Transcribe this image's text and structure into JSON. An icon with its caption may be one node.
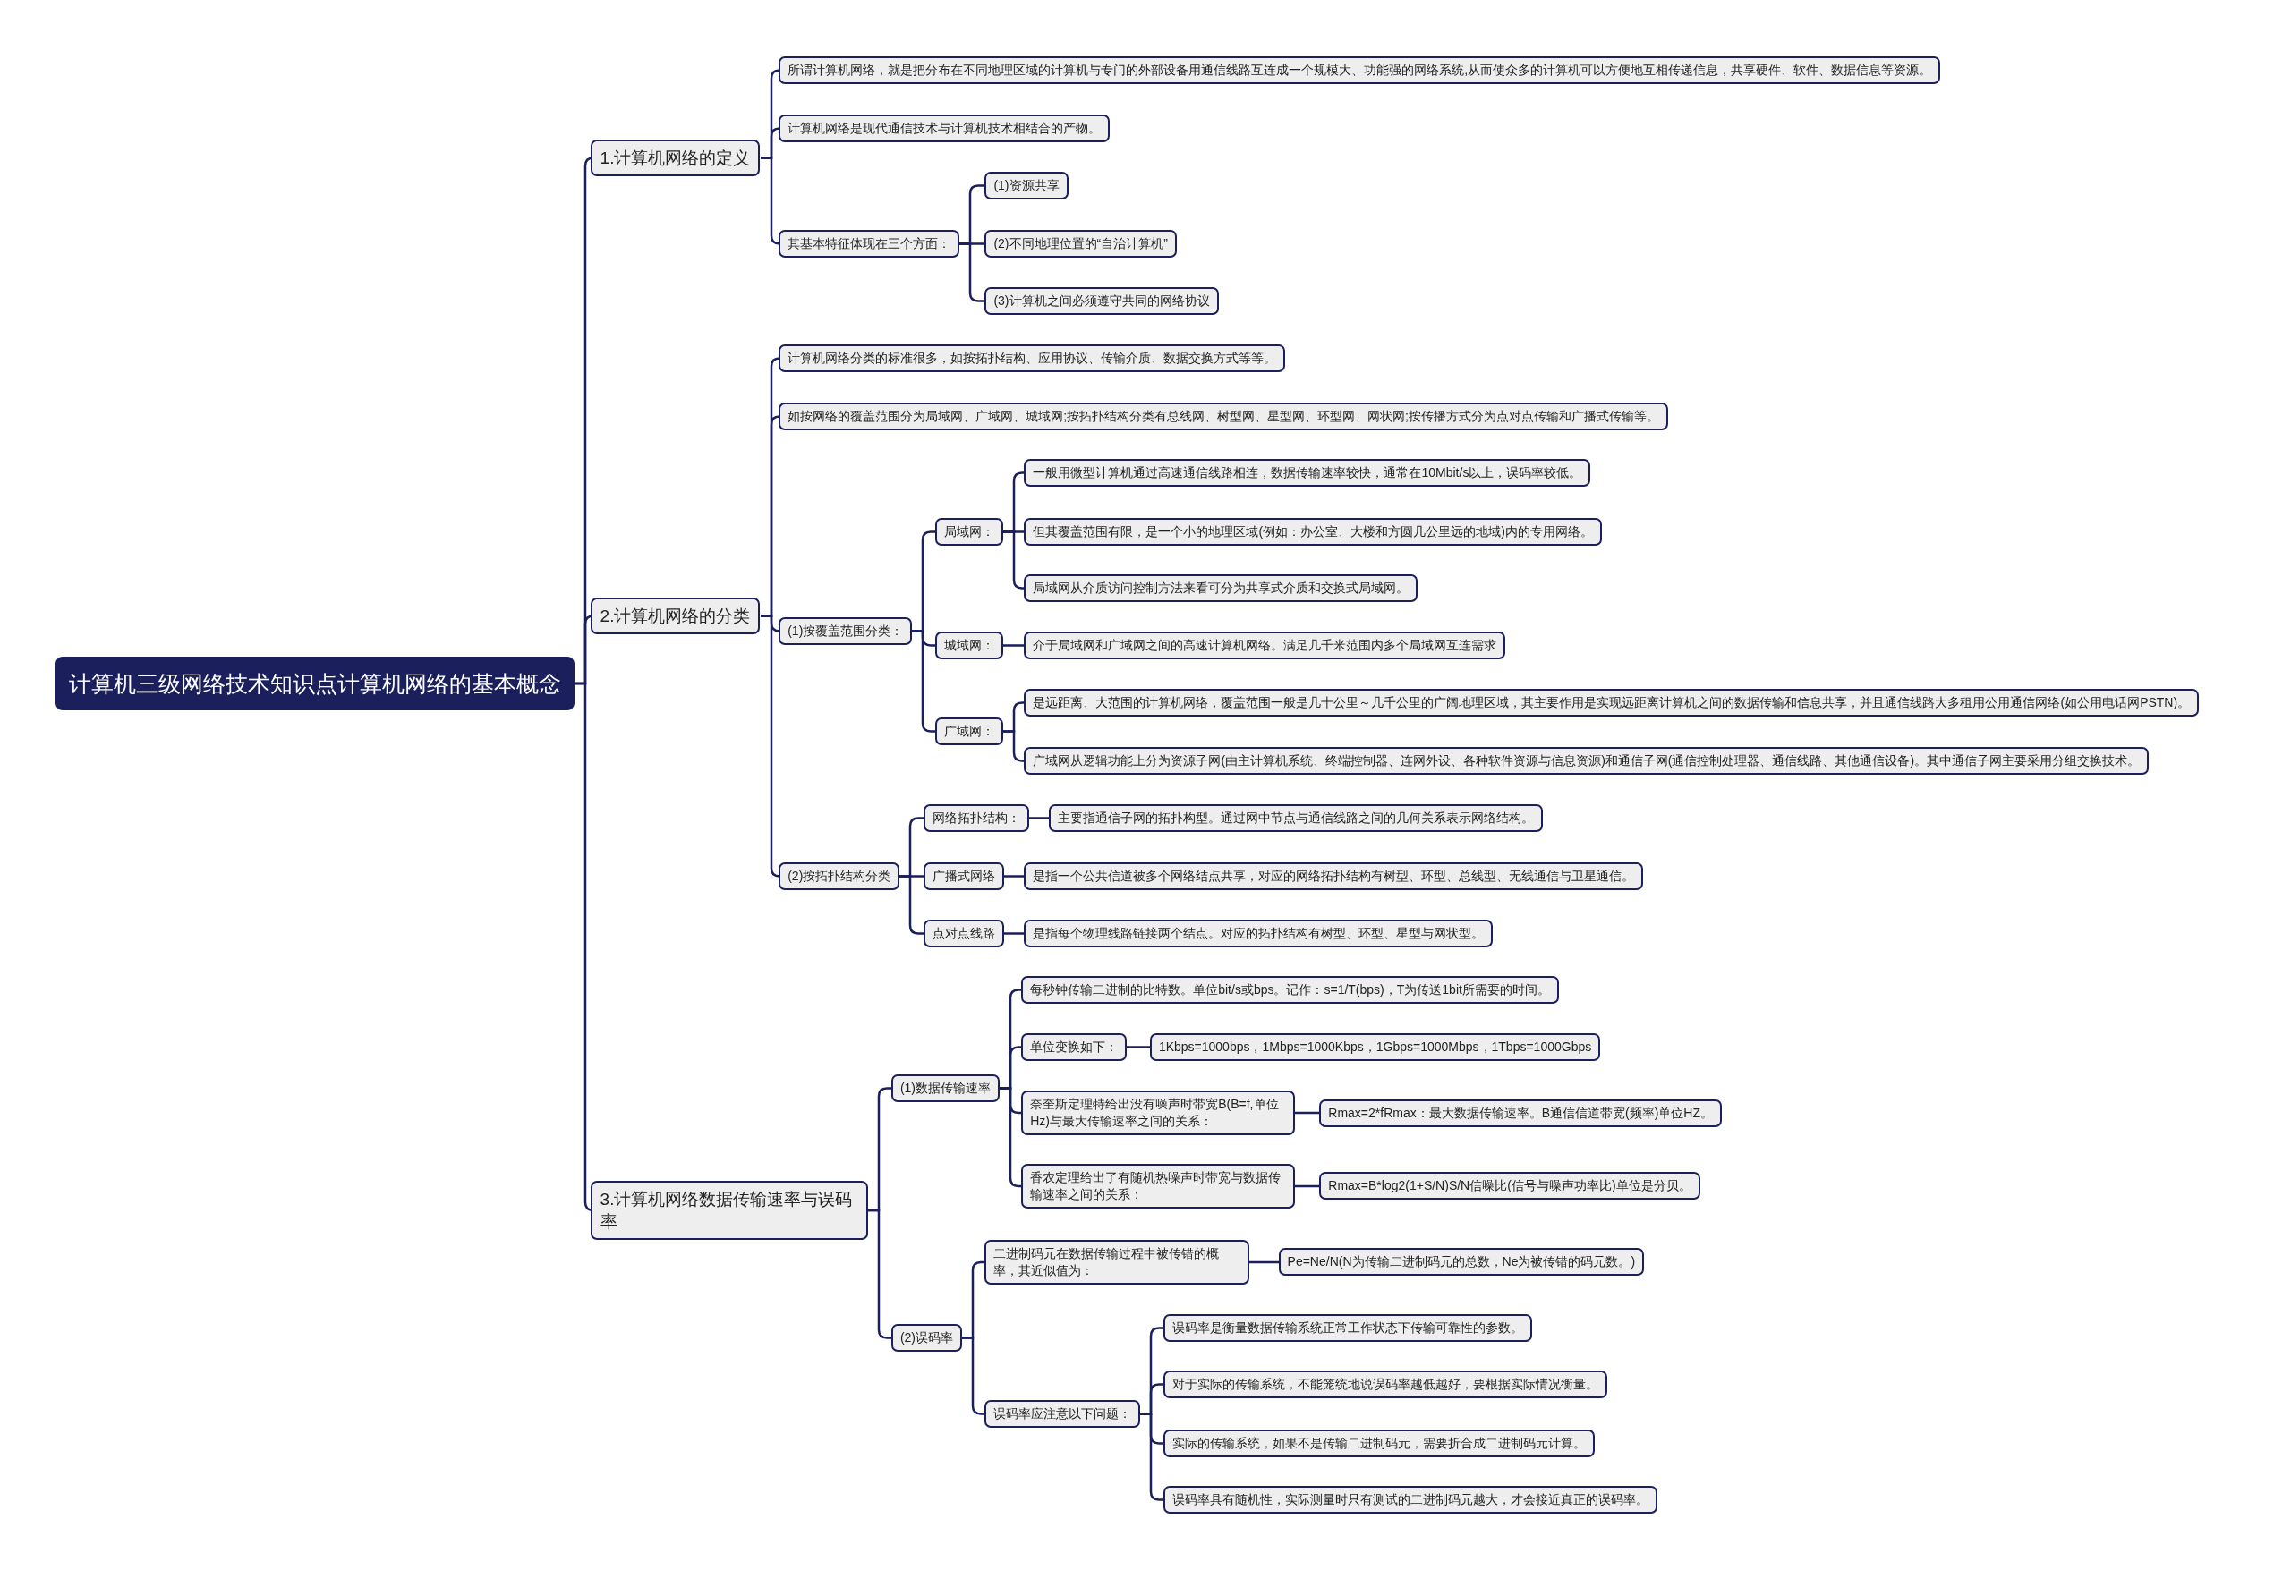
{
  "diagram": {
    "nodes": [
      {
        "text": [
          "计算机三级网络技术知识点计算机网络的基本概念"
        ]
      },
      {
        "text": [
          "1.计算机网络的定义"
        ]
      },
      {
        "text": [
          "所谓计算机网络，就是把分布在不同地理区域的计算机与专门的外部设备用通信线路互连成一个规模大、功能强的网络系统,从而使众多的计算机可以方便地互相传递信息，共享硬件、软件、数据信息等资源。"
        ]
      },
      {
        "text": [
          "计算机网络是现代通信技术与计算机技术相结合的产物。"
        ]
      },
      {
        "text": [
          "其基本特征体现在三个方面："
        ]
      },
      {
        "text": [
          "(1)资源共享"
        ]
      },
      {
        "text": [
          "(2)不同地理位置的“自治计算机”"
        ]
      },
      {
        "text": [
          "(3)计算机之间必须遵守共同的网络协议"
        ]
      },
      {
        "text": [
          "2.计算机网络的分类"
        ]
      },
      {
        "text": [
          "计算机网络分类的标准很多，如按拓扑结构、应用协议、传输介质、数据交换方式等等。"
        ]
      },
      {
        "text": [
          "如按网络的覆盖范围分为局域网、广域网、城域网;按拓扑结构分类有总线网、树型网、星型网、环型网、网状网;按传播方式分为点对点传输和广播式传输等。"
        ]
      },
      {
        "text": [
          "(1)按覆盖范围分类："
        ]
      },
      {
        "text": [
          "局域网："
        ]
      },
      {
        "text": [
          "一般用微型计算机通过高速通信线路相连，数据传输速率较快，通常在10Mbit/s以上，误码率较低。"
        ]
      },
      {
        "text": [
          "但其覆盖范围有限，是一个小的地理区域(例如：办公室、大楼和方圆几公里远的地域)内的专用网络。"
        ]
      },
      {
        "text": [
          "局域网从介质访问控制方法来看可分为共享式介质和交换式局域网。"
        ]
      },
      {
        "text": [
          "城域网："
        ]
      },
      {
        "text": [
          "介于局域网和广域网之间的高速计算机网络。满足几千米范围内多个局域网互连需求"
        ]
      },
      {
        "text": [
          "广域网："
        ]
      },
      {
        "text": [
          "是远距离、大范围的计算机网络，覆盖范围一般是几十公里～几千公里的广阔地理区域，其主要作用是实现远距离计算机之间的数据传输和信息共享，并且通信线路大多租用公用通信网络(如公用电话网PSTN)。"
        ]
      },
      {
        "text": [
          "广域网从逻辑功能上分为资源子网(由主计算机系统、终端控制器、连网外设、各种软件资源与信息资源)和通信子网(通信控制处理器、通信线路、其他通信设备)。其中通信子网主要采用分组交换技术。"
        ]
      },
      {
        "text": [
          "(2)按拓扑结构分类"
        ]
      },
      {
        "text": [
          "网络拓扑结构："
        ]
      },
      {
        "text": [
          "主要指通信子网的拓扑构型。通过网中节点与通信线路之间的几何关系表示网络结构。"
        ]
      },
      {
        "text": [
          "广播式网络"
        ]
      },
      {
        "text": [
          "是指一个公共信道被多个网络结点共享，对应的网络拓扑结构有树型、环型、总线型、无线通信与卫星通信。"
        ]
      },
      {
        "text": [
          "点对点线路"
        ]
      },
      {
        "text": [
          "是指每个物理线路链接两个结点。对应的拓扑结构有树型、环型、星型与网状型。"
        ]
      },
      {
        "text": [
          "3.计算机网络数据传输速率与误码率"
        ]
      },
      {
        "text": [
          "(1)数据传输速率"
        ]
      },
      {
        "text": [
          "每秒钟传输二进制的比特数。单位bit/s或bps。记作：s=1/T(bps)，T为传送1bit所需要的时间。"
        ]
      },
      {
        "text": [
          "单位变换如下："
        ]
      },
      {
        "text": [
          "1Kbps=1000bps，1Mbps=1000Kbps，1Gbps=1000Mbps，1Tbps=1000Gbps"
        ]
      },
      {
        "text": [
          "奈奎斯定理特给出没有噪声时带宽B(B=f,单位Hz)与最大传输速率之间的关系："
        ]
      },
      {
        "text": [
          "Rmax=2*fRmax：最大数据传输速率。B通信信道带宽(频率)单位HZ。"
        ]
      },
      {
        "text": [
          "香农定理给出了有随机热噪声时带宽与数据传输速率之间的关系："
        ]
      },
      {
        "text": [
          "Rmax=B*log2(1+S/N)S/N信噪比(信号与噪声功率比)单位是分贝。"
        ]
      },
      {
        "text": [
          "(2)误码率"
        ]
      },
      {
        "text": [
          "二进制码元在数据传输过程中被传错的概率，其近似值为："
        ]
      },
      {
        "text": [
          "Pe=Ne/N(N为传输二进制码元的总数，Ne为被传错的码元数。)"
        ]
      },
      {
        "text": [
          "误码率应注意以下问题："
        ]
      },
      {
        "text": [
          "误码率是衡量数据传输系统正常工作状态下传输可靠性的参数。"
        ]
      },
      {
        "text": [
          "对于实际的传输系统，不能笼统地说误码率越低越好，要根据实际情况衡量。"
        ]
      },
      {
        "text": [
          "实际的传输系统，如果不是传输二进制码元，需要折合成二进制码元计算。"
        ]
      },
      {
        "text": [
          "误码率具有随机性，实际测量时只有测试的二进制码元越大，才会接近真正的误码率。"
        ]
      }
    ],
    "edges": [
      {
        "from": 0,
        "to": 1,
        "arrow": "none"
      },
      {
        "from": 1,
        "to": 2,
        "arrow": "none"
      },
      {
        "from": 1,
        "to": 3,
        "arrow": "none"
      },
      {
        "from": 1,
        "to": 4,
        "arrow": "none"
      },
      {
        "from": 4,
        "to": 5,
        "arrow": "none"
      },
      {
        "from": 4,
        "to": 6,
        "arrow": "none"
      },
      {
        "from": 4,
        "to": 7,
        "arrow": "none"
      },
      {
        "from": 0,
        "to": 8,
        "arrow": "none"
      },
      {
        "from": 8,
        "to": 9,
        "arrow": "none"
      },
      {
        "from": 8,
        "to": 10,
        "arrow": "none"
      },
      {
        "from": 8,
        "to": 11,
        "arrow": "none"
      },
      {
        "from": 11,
        "to": 12,
        "arrow": "none"
      },
      {
        "from": 12,
        "to": 13,
        "arrow": "none"
      },
      {
        "from": 12,
        "to": 14,
        "arrow": "none"
      },
      {
        "from": 12,
        "to": 15,
        "arrow": "none"
      },
      {
        "from": 11,
        "to": 16,
        "arrow": "none"
      },
      {
        "from": 16,
        "to": 17,
        "arrow": "none"
      },
      {
        "from": 11,
        "to": 18,
        "arrow": "none"
      },
      {
        "from": 18,
        "to": 19,
        "arrow": "none"
      },
      {
        "from": 18,
        "to": 20,
        "arrow": "none"
      },
      {
        "from": 8,
        "to": 21,
        "arrow": "none"
      },
      {
        "from": 21,
        "to": 22,
        "arrow": "none"
      },
      {
        "from": 22,
        "to": 23,
        "arrow": "none"
      },
      {
        "from": 21,
        "to": 24,
        "arrow": "none"
      },
      {
        "from": 24,
        "to": 25,
        "arrow": "none"
      },
      {
        "from": 21,
        "to": 26,
        "arrow": "none"
      },
      {
        "from": 26,
        "to": 27,
        "arrow": "none"
      },
      {
        "from": 0,
        "to": 28,
        "arrow": "none"
      },
      {
        "from": 28,
        "to": 29,
        "arrow": "none"
      },
      {
        "from": 29,
        "to": 30,
        "arrow": "none"
      },
      {
        "from": 29,
        "to": 31,
        "arrow": "none"
      },
      {
        "from": 31,
        "to": 32,
        "arrow": "none"
      },
      {
        "from": 29,
        "to": 33,
        "arrow": "none"
      },
      {
        "from": 33,
        "to": 34,
        "arrow": "none"
      },
      {
        "from": 29,
        "to": 35,
        "arrow": "none"
      },
      {
        "from": 35,
        "to": 36,
        "arrow": "none"
      },
      {
        "from": 28,
        "to": 37,
        "arrow": "none"
      },
      {
        "from": 37,
        "to": 38,
        "arrow": "none"
      },
      {
        "from": 38,
        "to": 39,
        "arrow": "none"
      },
      {
        "from": 37,
        "to": 40,
        "arrow": "none"
      },
      {
        "from": 40,
        "to": 41,
        "arrow": "none"
      },
      {
        "from": 40,
        "to": 42,
        "arrow": "none"
      },
      {
        "from": 40,
        "to": 43,
        "arrow": "none"
      },
      {
        "from": 40,
        "to": 44,
        "arrow": "none"
      }
    ]
  }
}
